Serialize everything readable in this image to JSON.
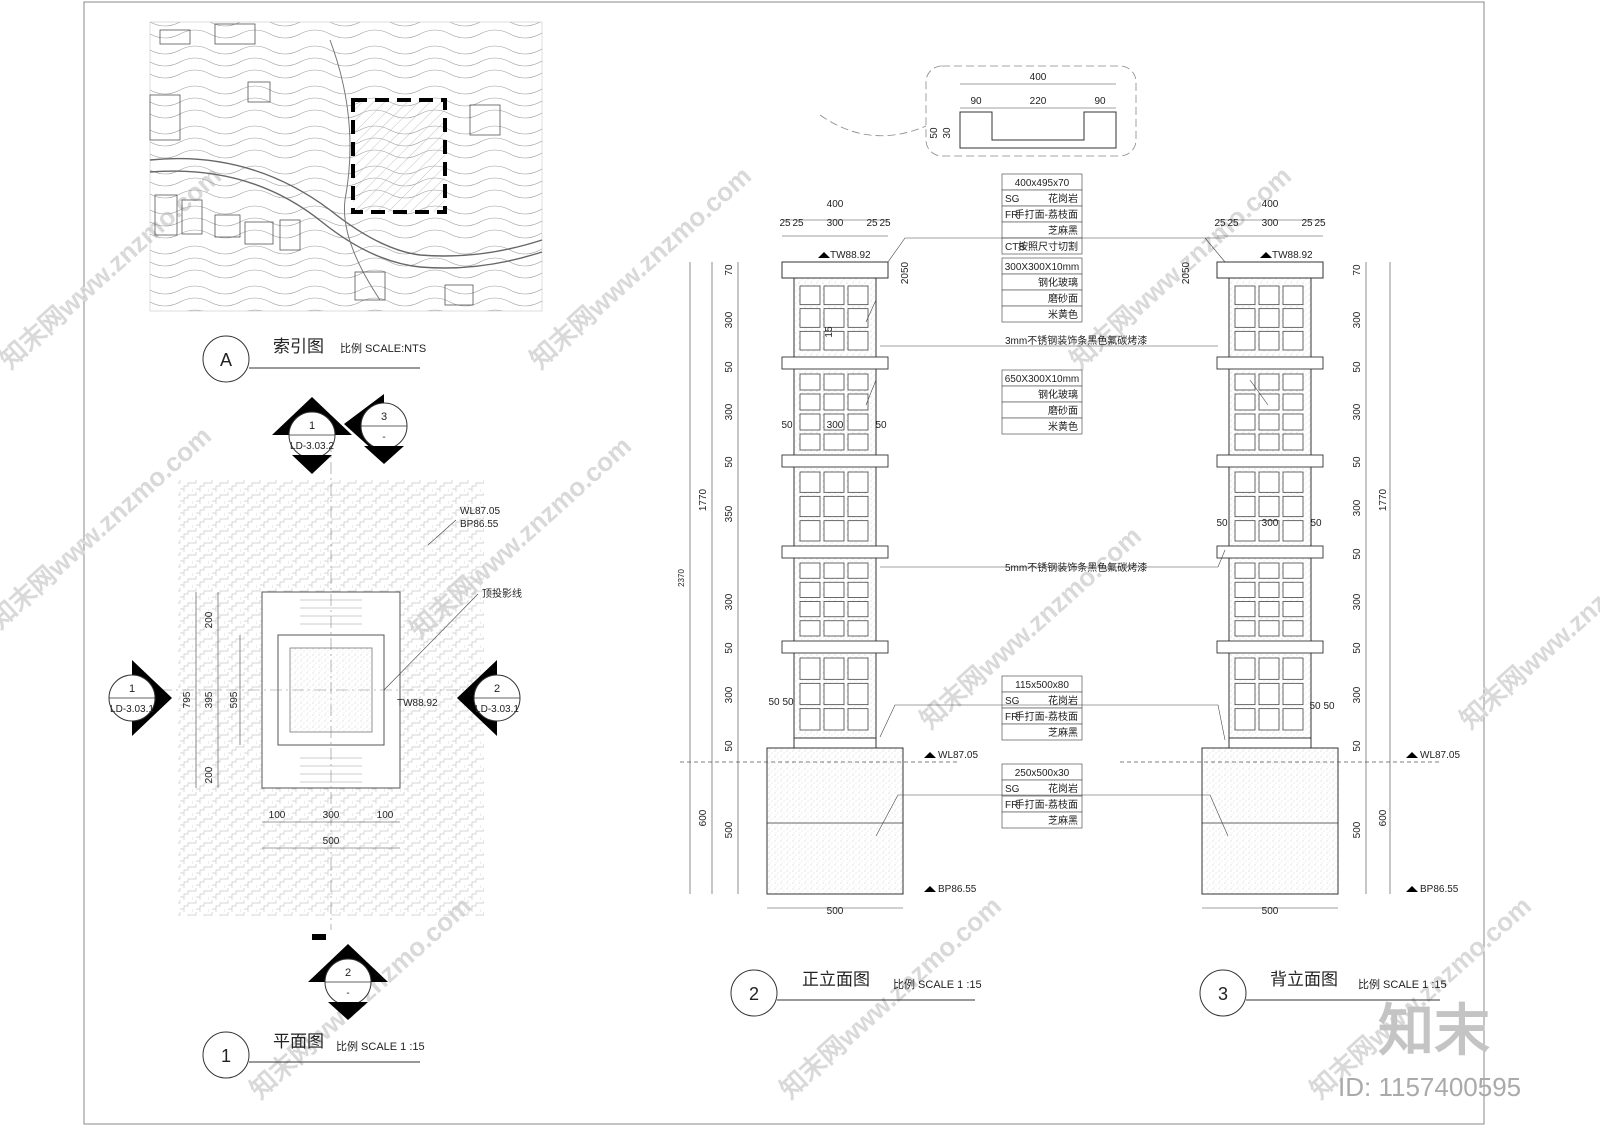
{
  "index_plan": {
    "marker": "A",
    "title": "索引图",
    "scale": "比例 SCALE:NTS"
  },
  "plan": {
    "marker": "1",
    "title": "平面图",
    "scale": "比例 SCALE 1 :15",
    "section_top": {
      "num": "1",
      "ref": "LD-3.03.2"
    },
    "section_top_right": {
      "num": "3",
      "ref": "-"
    },
    "section_left": {
      "num": "1",
      "ref": "LD-3.03.1"
    },
    "section_right": {
      "num": "2",
      "ref": "LD-3.03.1"
    },
    "section_bottom": {
      "num": "2",
      "ref": "-"
    },
    "level_wl": "WL87.05",
    "level_bp": "BP86.55",
    "level_tw": "TW88.92",
    "projection_note": "顶投影线",
    "dims": {
      "d200a": "200",
      "d795": "795",
      "d395": "395",
      "d595": "595",
      "d200b": "200",
      "d100a": "100",
      "d300": "300",
      "d100b": "100",
      "d500": "500"
    }
  },
  "front_elevation": {
    "marker": "2",
    "title": "正立面图",
    "scale": "比例 SCALE 1 :15",
    "top_dim": "400",
    "top_sub": [
      "25",
      "25",
      "300",
      "25",
      "25"
    ],
    "tw": "TW88.92",
    "wl": "WL87.05",
    "bp": "BP86.55",
    "d2050": "2050",
    "d15": "15",
    "d2370": "2370",
    "d1770": "1770",
    "d600": "600",
    "left_dims": [
      "70",
      "300",
      "50",
      "300",
      "50",
      "350",
      "300",
      "50",
      "300",
      "50",
      "500"
    ],
    "mid_dims": [
      "50",
      "300",
      "50"
    ],
    "lower_dims": [
      "50",
      "50"
    ],
    "bottom_dim": "500"
  },
  "back_elevation": {
    "marker": "3",
    "title": "背立面图",
    "scale": "比例 SCALE 1 :15",
    "top_dim": "400",
    "top_sub": [
      "25",
      "25",
      "300",
      "25",
      "25"
    ],
    "tw": "TW88.92",
    "wl": "WL87.05",
    "bp": "BP86.55",
    "d2050": "2050",
    "d1770": "1770",
    "d600": "600",
    "right_dims": [
      "70",
      "300",
      "50",
      "300",
      "50",
      "300",
      "50",
      "300",
      "50",
      "300",
      "50",
      "500"
    ],
    "mid_dims": [
      "50",
      "300",
      "50"
    ],
    "lower_dims": [
      "50",
      "50"
    ],
    "bottom_dim": "500"
  },
  "cap_detail": {
    "d400": "400",
    "d90a": "90",
    "d220": "220",
    "d90b": "90",
    "d50": "50",
    "d30": "30"
  },
  "tables": {
    "cap": [
      {
        "code": "",
        "text": "400x495x70"
      },
      {
        "code": "SG",
        "text": "花岗岩"
      },
      {
        "code": "FR",
        "text": "手打面-荔枝面"
      },
      {
        "code": "",
        "text": "芝麻黑"
      },
      {
        "code": "CTS",
        "text": "按照尺寸切割"
      }
    ],
    "glass_small": [
      {
        "code": "",
        "text": "300X300X10mm"
      },
      {
        "code": "",
        "text": "钢化玻璃"
      },
      {
        "code": "",
        "text": "磨砂面"
      },
      {
        "code": "",
        "text": "米黄色"
      }
    ],
    "glass_large": [
      {
        "code": "",
        "text": "650X300X10mm"
      },
      {
        "code": "",
        "text": "钢化玻璃"
      },
      {
        "code": "",
        "text": "磨砂面"
      },
      {
        "code": "",
        "text": "米黄色"
      }
    ],
    "base_top": [
      {
        "code": "",
        "text": "115x500x80"
      },
      {
        "code": "SG",
        "text": "花岗岩"
      },
      {
        "code": "FR",
        "text": "手打面-荔枝面"
      },
      {
        "code": "",
        "text": "芝麻黑"
      }
    ],
    "base": [
      {
        "code": "",
        "text": "250x500x30"
      },
      {
        "code": "SG",
        "text": "花岗岩"
      },
      {
        "code": "FR",
        "text": "手打面-荔枝面"
      },
      {
        "code": "",
        "text": "芝麻黑"
      }
    ]
  },
  "notes": {
    "strip3": "3mm不锈钢装饰条黑色氟碳烤漆",
    "strip5": "5mm不锈钢装饰条黑色氟碳烤漆"
  },
  "branding": {
    "logo": "知末",
    "id": "ID: 1157400595",
    "watermark": "知末网www.znzmo.com"
  }
}
